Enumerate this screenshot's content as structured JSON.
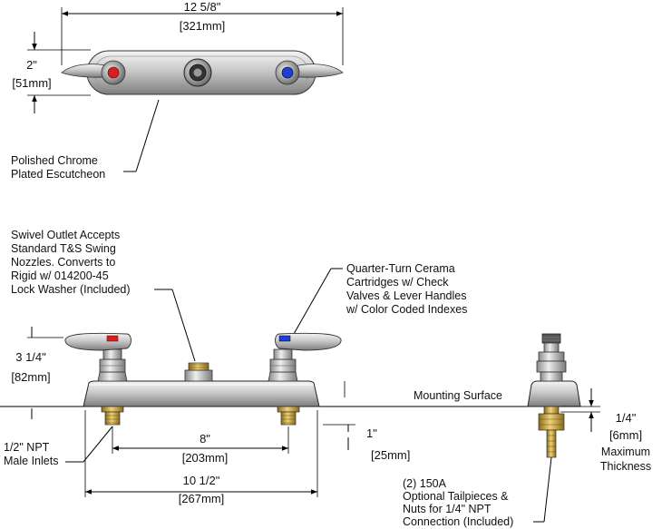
{
  "dimensions": {
    "top_width_in": "12 5/8\"",
    "top_width_mm": "[321mm]",
    "top_height_in": "2\"",
    "top_height_mm": "[51mm]",
    "height_in": "3 1/4\"",
    "height_mm": "[82mm]",
    "center_in": "8\"",
    "center_mm": "[203mm]",
    "overall_in": "10 1/2\"",
    "overall_mm": "[267mm]",
    "inlet_len_in": "1\"",
    "inlet_len_mm": "[25mm]",
    "thickness_in": "1/4\"",
    "thickness_mm": "[6mm]"
  },
  "callouts": {
    "escutcheon": [
      "Polished Chrome",
      "Plated Escutcheon"
    ],
    "swivel": [
      "Swivel Outlet Accepts",
      "Standard T&S Swing",
      "Nozzles. Converts to",
      "Rigid w/ 014200-45",
      "Lock Washer (Included)"
    ],
    "cartridge": [
      "Quarter-Turn Cerama",
      "Cartridges w/ Check",
      "Valves & Lever Handles",
      "w/ Color Coded Indexes"
    ],
    "mounting": "Mounting Surface",
    "inlets": [
      "1/2\" NPT",
      "Male Inlets"
    ],
    "max_thickness": [
      "Maximum",
      "Thickness"
    ],
    "tailpieces": [
      "(2) 150A",
      "Optional Tailpieces &",
      "Nuts for 1/4\" NPT",
      "Connection (Included)"
    ]
  },
  "colors": {
    "hot": "#d42020",
    "cold": "#1f3fd0",
    "brass": "#c9a23a",
    "chrome": "#c8c8c8"
  }
}
